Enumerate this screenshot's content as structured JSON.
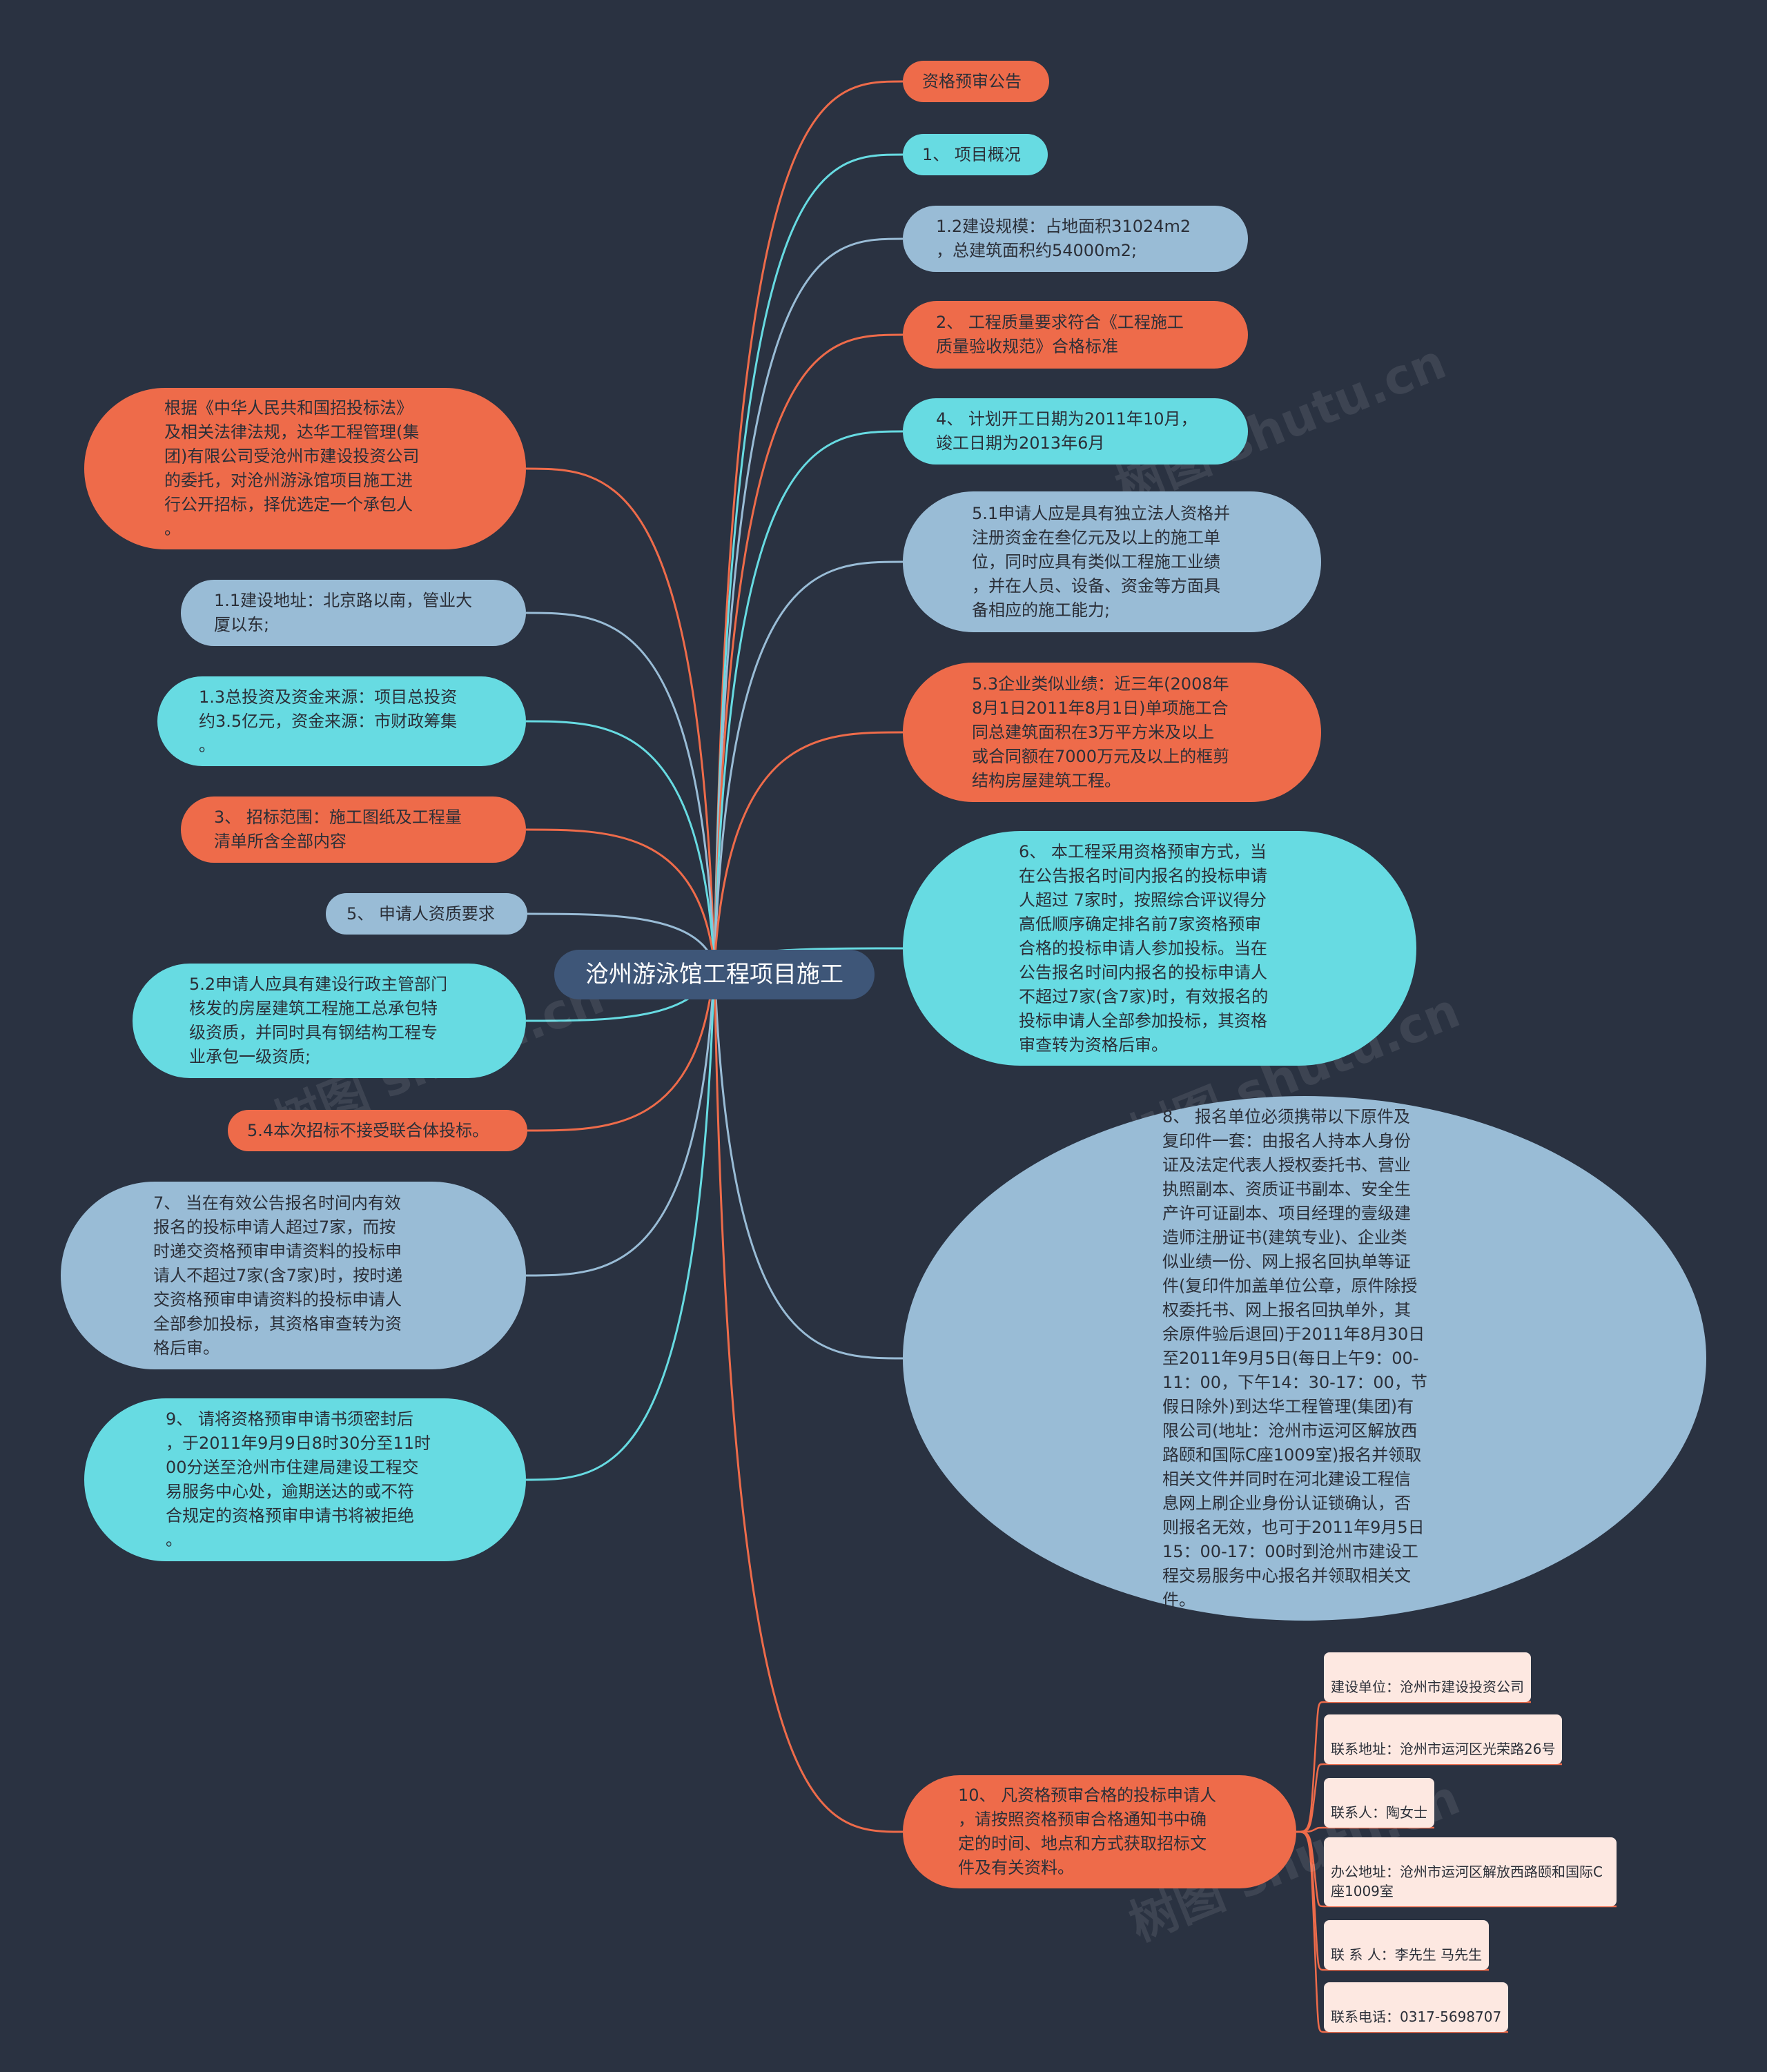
{
  "center": "沧州游泳馆工程项目施工",
  "right_nodes": [
    "资格预审公告",
    "1、 项目概况",
    "1.2建设规模：占地面积31024m2\n，总建筑面积约54000m2;",
    "2、 工程质量要求符合《工程施工\n质量验收规范》合格标准",
    "4、 计划开工日期为2011年10月，\n竣工日期为2013年6月",
    "5.1申请人应是具有独立法人资格并\n注册资金在叁亿元及以上的施工单\n位，同时应具有类似工程施工业绩\n，并在人员、设备、资金等方面具\n备相应的施工能力;",
    "5.3企业类似业绩：近三年(2008年\n8月1日2011年8月1日)单项施工合\n同总建筑面积在3万平方米及以上\n或合同额在7000万元及以上的框剪\n结构房屋建筑工程。",
    "6、 本工程采用资格预审方式，当\n在公告报名时间内报名的投标申请\n人超过 7家时，按照综合评议得分\n高低顺序确定排名前7家资格预审\n合格的投标申请人参加投标。当在\n公告报名时间内报名的投标申请人\n不超过7家(含7家)时，有效报名的\n投标申请人全部参加投标，其资格\n审查转为资格后审。",
    "8、 报名单位必须携带以下原件及\n复印件一套：由报名人持本人身份\n证及法定代表人授权委托书、营业\n执照副本、资质证书副本、安全生\n产许可证副本、项目经理的壹级建\n造师注册证书(建筑专业)、企业类\n似业绩一份、网上报名回执单等证\n件(复印件加盖单位公章，原件除授\n权委托书、网上报名回执单外，其\n余原件验后退回)于2011年8月30日\n至2011年9月5日(每日上午9：00-\n11：00，下午14：30-17：00，节\n假日除外)到达华工程管理(集团)有\n限公司(地址：沧州市运河区解放西\n路颐和国际C座1009室)报名并领取\n相关文件并同时在河北建设工程信\n息网上刷企业身份认证锁确认，否\n则报名无效，也可于2011年9月5日\n15：00-17：00时到沧州市建设工\n程交易服务中心报名并领取相关文\n件。",
    "10、 凡资格预审合格的投标申请人\n，请按照资格预审合格通知书中确\n定的时间、地点和方式获取招标文\n件及有关资料。"
  ],
  "left_nodes": [
    "根据《中华人民共和国招投标法》\n及相关法律法规，达华工程管理(集\n团)有限公司受沧州市建设投资公司\n的委托，对沧州游泳馆项目施工进\n行公开招标，择优选定一个承包人\n。",
    "1.1建设地址：北京路以南，管业大\n厦以东;",
    "1.3总投资及资金来源：项目总投资\n约3.5亿元，资金来源：市财政筹集\n。",
    "3、 招标范围：施工图纸及工程量\n清单所含全部内容",
    "5、 申请人资质要求",
    "5.2申请人应具有建设行政主管部门\n核发的房屋建筑工程施工总承包特\n级资质，并同时具有钢结构工程专\n业承包一级资质;",
    "5.4本次招标不接受联合体投标。",
    "7、 当在有效公告报名时间内有效\n报名的投标申请人超过7家，而按\n时递交资格预审申请资料的投标申\n请人不超过7家(含7家)时，按时递\n交资格预审申请资料的投标申请人\n全部参加投标，其资格审查转为资\n格后审。",
    "9、 请将资格预审申请书须密封后\n，于2011年9月9日8时30分至11时\n00分送至沧州市住建局建设工程交\n易服务中心处，逾期送达的或不符\n合规定的资格预审申请书将被拒绝\n。"
  ],
  "contact_leaves": [
    "建设单位：沧州市建设投资公司",
    "联系地址：沧州市运河区光荣路26号",
    "联系人：陶女士",
    "办公地址：沧州市运河区解放西路颐和国际C\n座1009室",
    "联 系 人：李先生 马先生",
    "联系电话：0317-5698707"
  ],
  "watermark": "树图 shutu.cn",
  "colors": {
    "background": "#2a3241",
    "orange": "#ee6b4a",
    "cyan": "#67dbe2",
    "blue": "#99bcd6",
    "center": "#3e5678",
    "leaf": "#fde8e1"
  }
}
